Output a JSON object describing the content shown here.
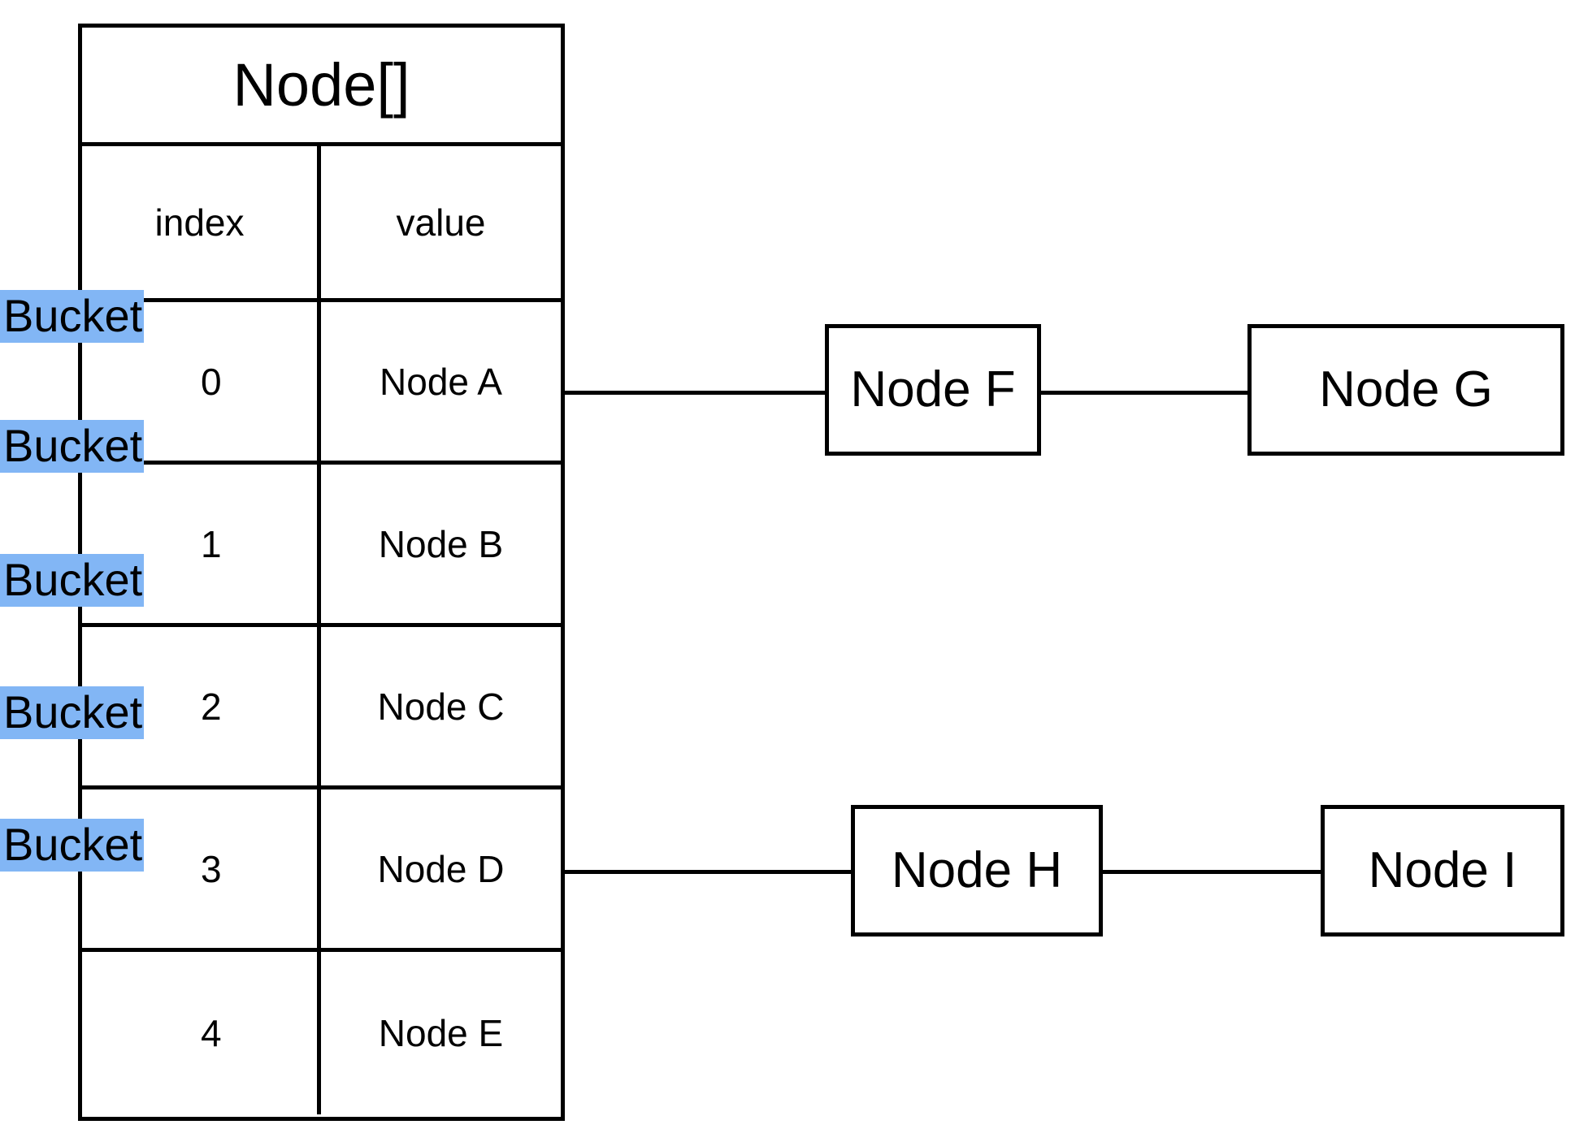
{
  "diagram": {
    "title": "Node[] hash table with separate chaining",
    "colors": {
      "stroke": "#000000",
      "background": "#ffffff",
      "highlight": "#82b6f5"
    }
  },
  "table": {
    "title": "Node[]",
    "columns": {
      "index_header": "index",
      "value_header": "value"
    },
    "rows": [
      {
        "bucket_label": "Bucket",
        "index": "0",
        "value": "Node A"
      },
      {
        "bucket_label": "Bucket",
        "index": "1",
        "value": "Node B"
      },
      {
        "bucket_label": "Bucket",
        "index": "2",
        "value": "Node C"
      },
      {
        "bucket_label": "Bucket",
        "index": "3",
        "value": "Node D"
      },
      {
        "bucket_label": "Bucket",
        "index": "4",
        "value": "Node E"
      }
    ]
  },
  "chains": [
    {
      "from_row_index": "0",
      "nodes": [
        {
          "label": "Node F"
        },
        {
          "label": "Node G"
        }
      ]
    },
    {
      "from_row_index": "3",
      "nodes": [
        {
          "label": "Node H"
        },
        {
          "label": "Node I"
        }
      ]
    }
  ]
}
